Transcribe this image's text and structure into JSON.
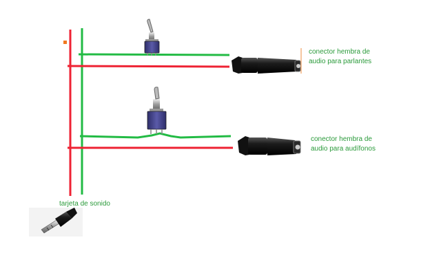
{
  "labels": {
    "speakers_jack": [
      "conector hembra de",
      "audio para parlantes"
    ],
    "headphones_jack": [
      "conector hembra de",
      "audio para audífonos"
    ],
    "sound_card": "tarjeta de sonido"
  },
  "colors": {
    "red_wire": "#ee2233",
    "green_wire": "#22bb44",
    "label_text": "#2a9a3a",
    "switch_body": "#44448a",
    "jack_body": "#1a1a1a",
    "marker": "#f07820"
  },
  "icons": [
    "toggle-switch-icon",
    "female-audio-jack-icon",
    "male-audio-plug-icon"
  ]
}
